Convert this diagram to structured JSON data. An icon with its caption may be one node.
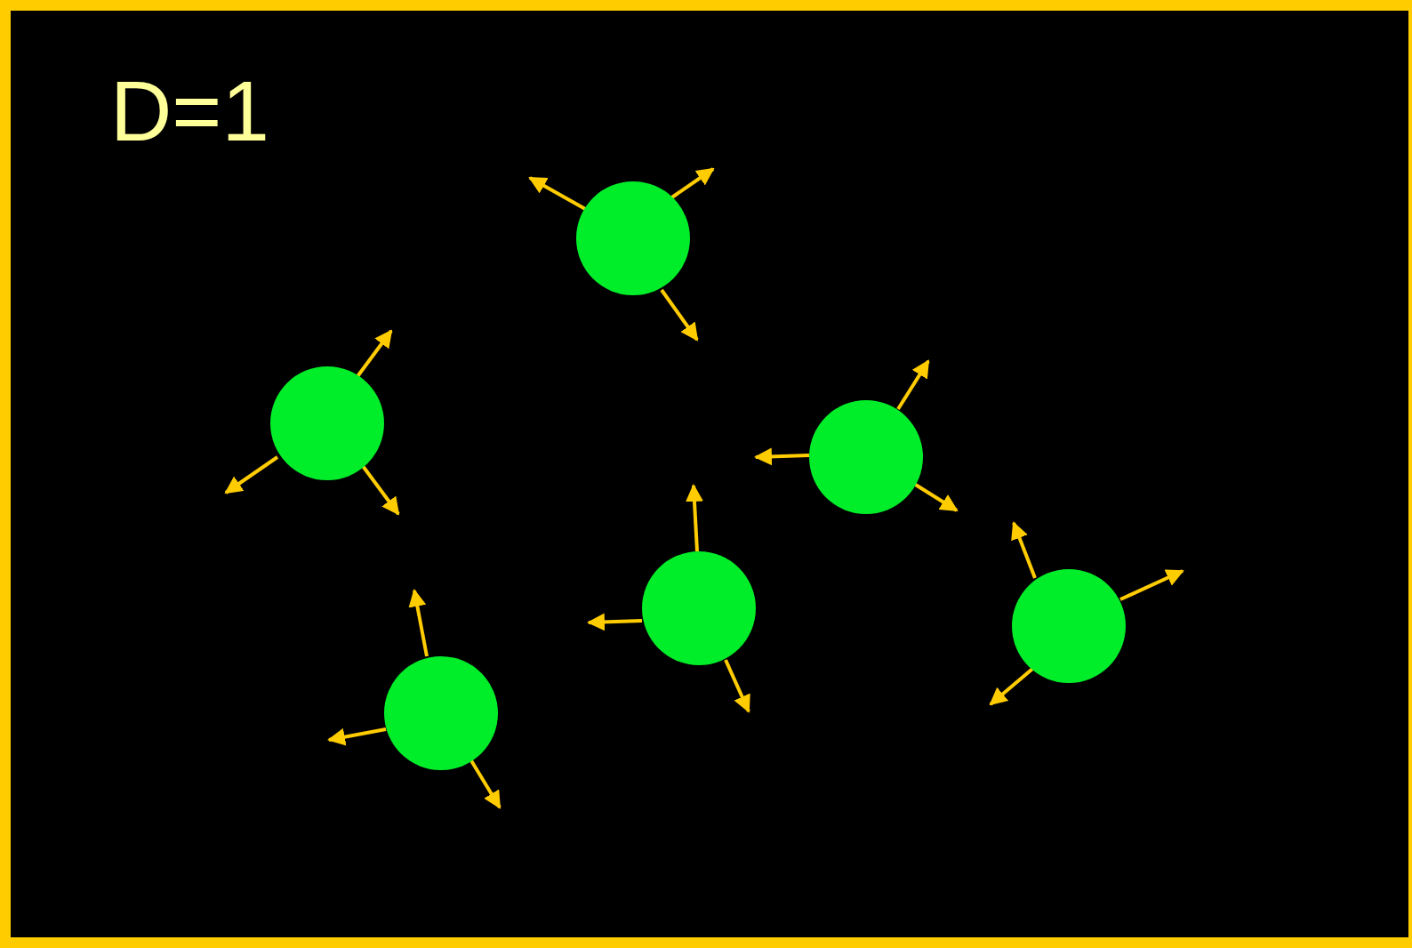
{
  "diagram": {
    "nodes": [
      {
        "text": [],
        "shape": "circle"
      },
      {
        "text": [],
        "shape": "circle"
      },
      {
        "text": [],
        "shape": "circle"
      },
      {
        "text": [],
        "shape": "circle"
      },
      {
        "text": [],
        "shape": "circle"
      },
      {
        "text": [],
        "shape": "circle"
      }
    ],
    "labels": [
      "D=1"
    ]
  }
}
